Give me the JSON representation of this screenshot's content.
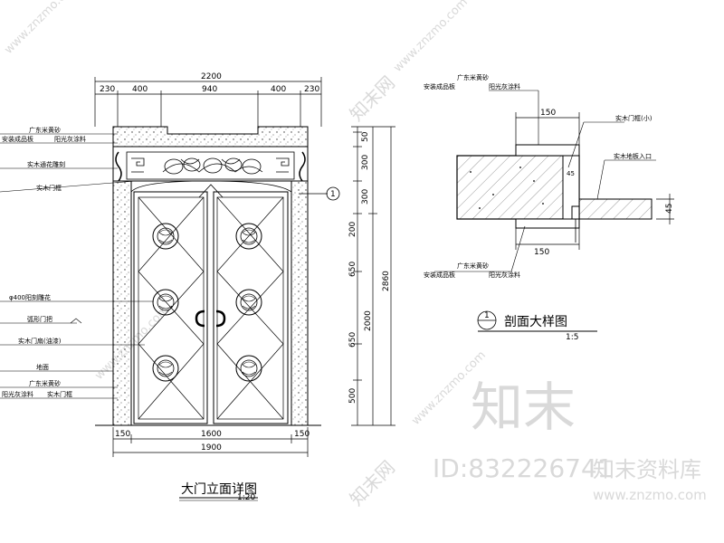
{
  "elevation": {
    "title": "大门立面详图",
    "scale": "1:20",
    "top_dimensions": {
      "total": "2200",
      "segments": [
        "230",
        "400",
        "940",
        "400",
        "230"
      ]
    },
    "bottom_dimensions": {
      "total": "1900",
      "segments": [
        "150",
        "1600",
        "150"
      ]
    },
    "right_dimensions": {
      "total": "2860",
      "segments": [
        "50",
        "300",
        "300",
        "200",
        "650",
        "650",
        "500"
      ],
      "sub_total": "2000"
    },
    "section_marker": "1",
    "left_labels": [
      "广东米黄砂",
      "安装成品板",
      "阳光灰涂料",
      "实木通花雕刻",
      "实木门框",
      "φ400阳刻雕花",
      "弧形门把",
      "实木门扇(油漆)",
      "地面",
      "广东米黄砂",
      "阳光灰涂料",
      "实木门框"
    ]
  },
  "section": {
    "title": "剖面大样图",
    "scale": "1:5",
    "marker": "1",
    "dimensions": {
      "top_width": "150",
      "bottom_width": "150",
      "right_height": "45",
      "inner": "45"
    },
    "labels": [
      "广东米黄砂",
      "安装成品板",
      "阳光灰涂料",
      "实木门框(小)",
      "实木地板入口"
    ]
  },
  "watermark": {
    "brand_cn": "知末",
    "site_cn": "知末网",
    "id_text": "ID:832226741",
    "library": "知末资料库",
    "url": "www.znzmo.com"
  },
  "colors": {
    "line": "#000000",
    "watermark": "#d9d9d9",
    "hatch": "#555555"
  }
}
